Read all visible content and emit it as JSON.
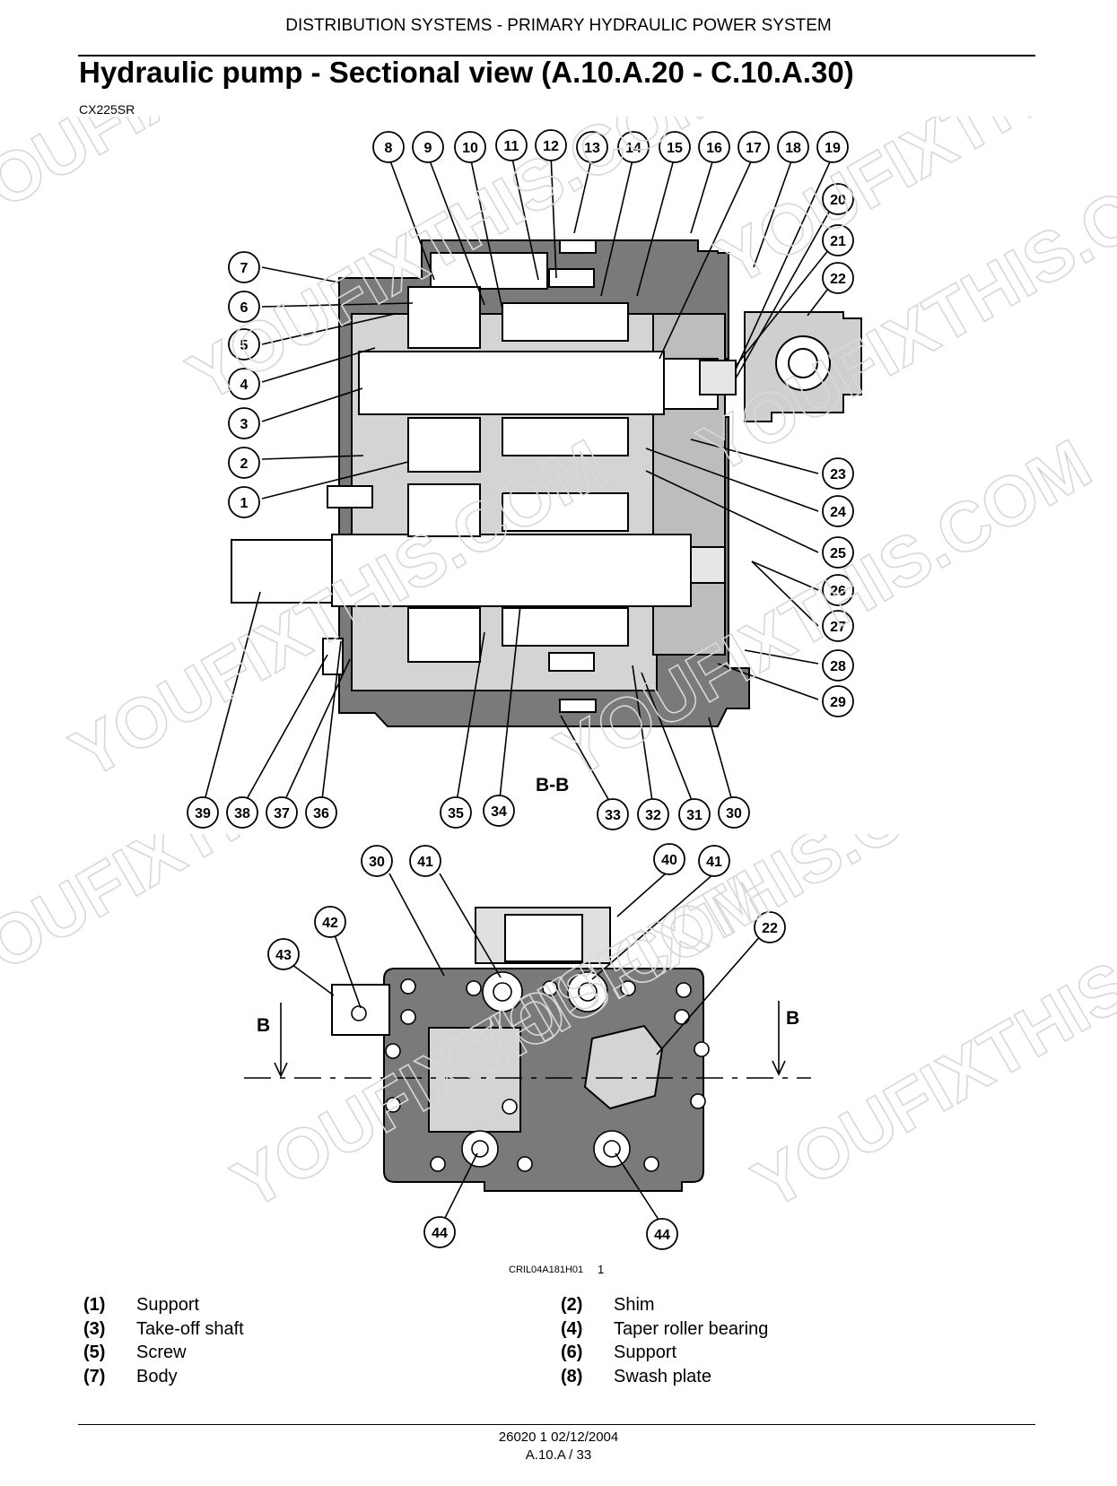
{
  "header": {
    "section": "DISTRIBUTION SYSTEMS - PRIMARY HYDRAULIC POWER SYSTEM"
  },
  "title": "Hydraulic pump - Sectional view (A.10.A.20 - C.10.A.30)",
  "model": "CX225SR",
  "figure": {
    "section_label": "B-B",
    "cut_label": "B",
    "id": "CRIL04A181H01",
    "number": "1",
    "callouts_top": [
      "8",
      "9",
      "10",
      "11",
      "12",
      "13",
      "14",
      "15",
      "16",
      "17",
      "18",
      "19",
      "20",
      "21",
      "22",
      "7",
      "6",
      "5",
      "4",
      "3",
      "2",
      "1",
      "23",
      "24",
      "25",
      "26",
      "27",
      "28",
      "29",
      "39",
      "38",
      "37",
      "36",
      "35",
      "34",
      "33",
      "32",
      "31",
      "30"
    ],
    "callouts_bottom": [
      "30",
      "41",
      "40",
      "41",
      "42",
      "43",
      "22",
      "44",
      "44"
    ]
  },
  "legend": [
    {
      "num": "(1)",
      "label": "Support"
    },
    {
      "num": "(2)",
      "label": "Shim"
    },
    {
      "num": "(3)",
      "label": "Take-off shaft"
    },
    {
      "num": "(4)",
      "label": "Taper roller bearing"
    },
    {
      "num": "(5)",
      "label": "Screw"
    },
    {
      "num": "(6)",
      "label": "Support"
    },
    {
      "num": "(7)",
      "label": "Body"
    },
    {
      "num": "(8)",
      "label": "Swash plate"
    }
  ],
  "footer": {
    "doc": "26020 1 02/12/2004",
    "page": "A.10.A / 33"
  },
  "watermark": {
    "text": "YOUFIXTHIS.COM"
  },
  "colors": {
    "body_gray": "#7a7a7a",
    "light_gray": "#d4d4d4",
    "line": "#000000"
  }
}
